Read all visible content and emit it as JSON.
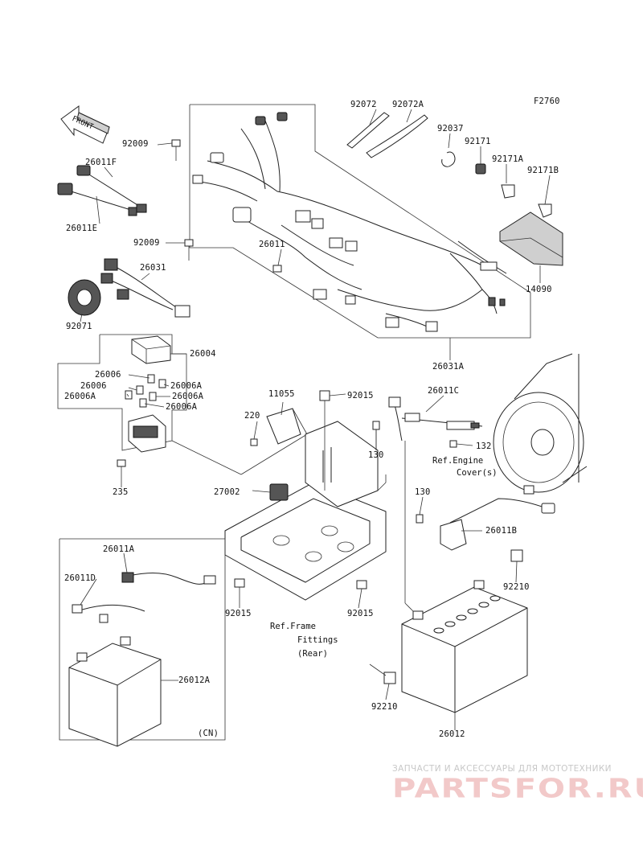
{
  "figure_code": "F2760",
  "front_label": "FRONT",
  "callouts": {
    "p92072": "92072",
    "p92072A": "92072A",
    "p92037": "92037",
    "p92171": "92171",
    "p92171A": "92171A",
    "p92171B": "92171B",
    "p14090": "14090",
    "p92009a": "92009",
    "p92009b": "92009",
    "p26011F": "26011F",
    "p26011E": "26011E",
    "p26011": "26011",
    "p26031": "26031",
    "p92071": "92071",
    "p26031A": "26031A",
    "p26004": "26004",
    "p26006a": "26006",
    "p26006b": "26006",
    "p26006Aa": "26006A",
    "p26006Ab": "26006A",
    "p26006Ac": "26006A",
    "p26006Ad": "26006A",
    "p235": "235",
    "p11055": "11055",
    "p92015a": "92015",
    "p220": "220",
    "p26011C": "26011C",
    "p130a": "130",
    "p132": "132",
    "p27002": "27002",
    "p130b": "130",
    "p26011B": "26011B",
    "p92210a": "92210",
    "p26011A": "26011A",
    "p26011D": "26011D",
    "p26012A": "26012A",
    "p92015b": "92015",
    "p92015c": "92015",
    "p92210b": "92210",
    "p26012": "26012",
    "cn": "(CN)"
  },
  "refs": {
    "engine_cover_1": "Ref.Engine",
    "engine_cover_2": "Cover(s)",
    "frame_1": "Ref.Frame",
    "frame_2": "Fittings",
    "frame_3": "(Rear)"
  },
  "watermark": {
    "tagline": "ЗАПЧАСТИ И АКСЕССУАРЫ ДЛЯ МОТОТЕХНИКИ",
    "brand": "PARTSFOR.RU"
  }
}
